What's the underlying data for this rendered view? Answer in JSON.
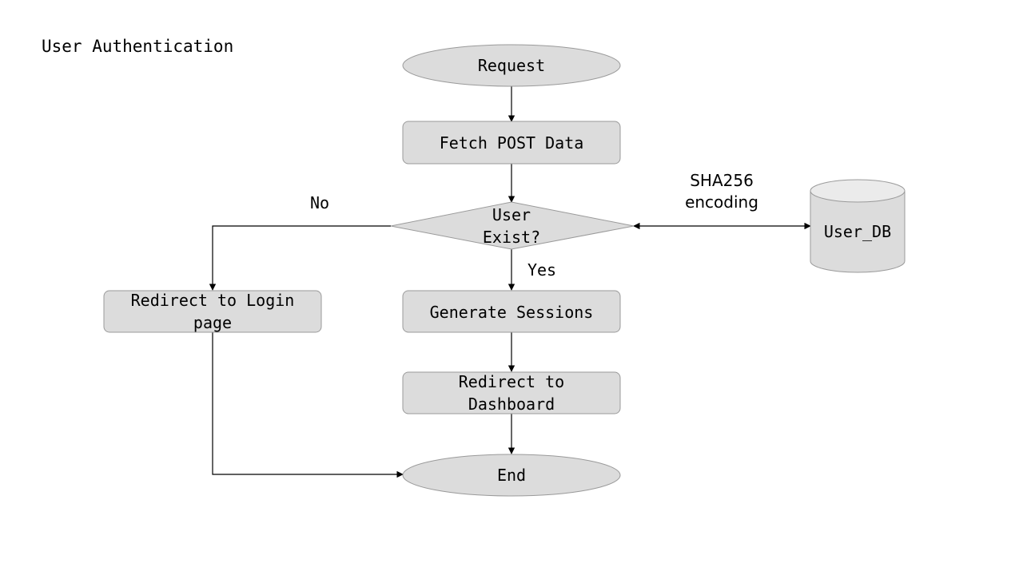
{
  "title": "User Authentication",
  "nodes": {
    "request": "Request",
    "fetch_post": "Fetch POST Data",
    "user_exist": [
      "User",
      "Exist?"
    ],
    "user_db": "User_DB",
    "redirect_login": [
      "Redirect to Login",
      "page"
    ],
    "generate_sessions": "Generate Sessions",
    "redirect_dashboard": [
      "Redirect to",
      "Dashboard"
    ],
    "end": "End"
  },
  "edge_labels": {
    "no": "No",
    "yes": "Yes",
    "sha": [
      "SHA256",
      "encoding"
    ]
  },
  "colors": {
    "node_fill": "#dcdcdc",
    "node_stroke": "#9a9a9a",
    "edge": "#000000"
  }
}
